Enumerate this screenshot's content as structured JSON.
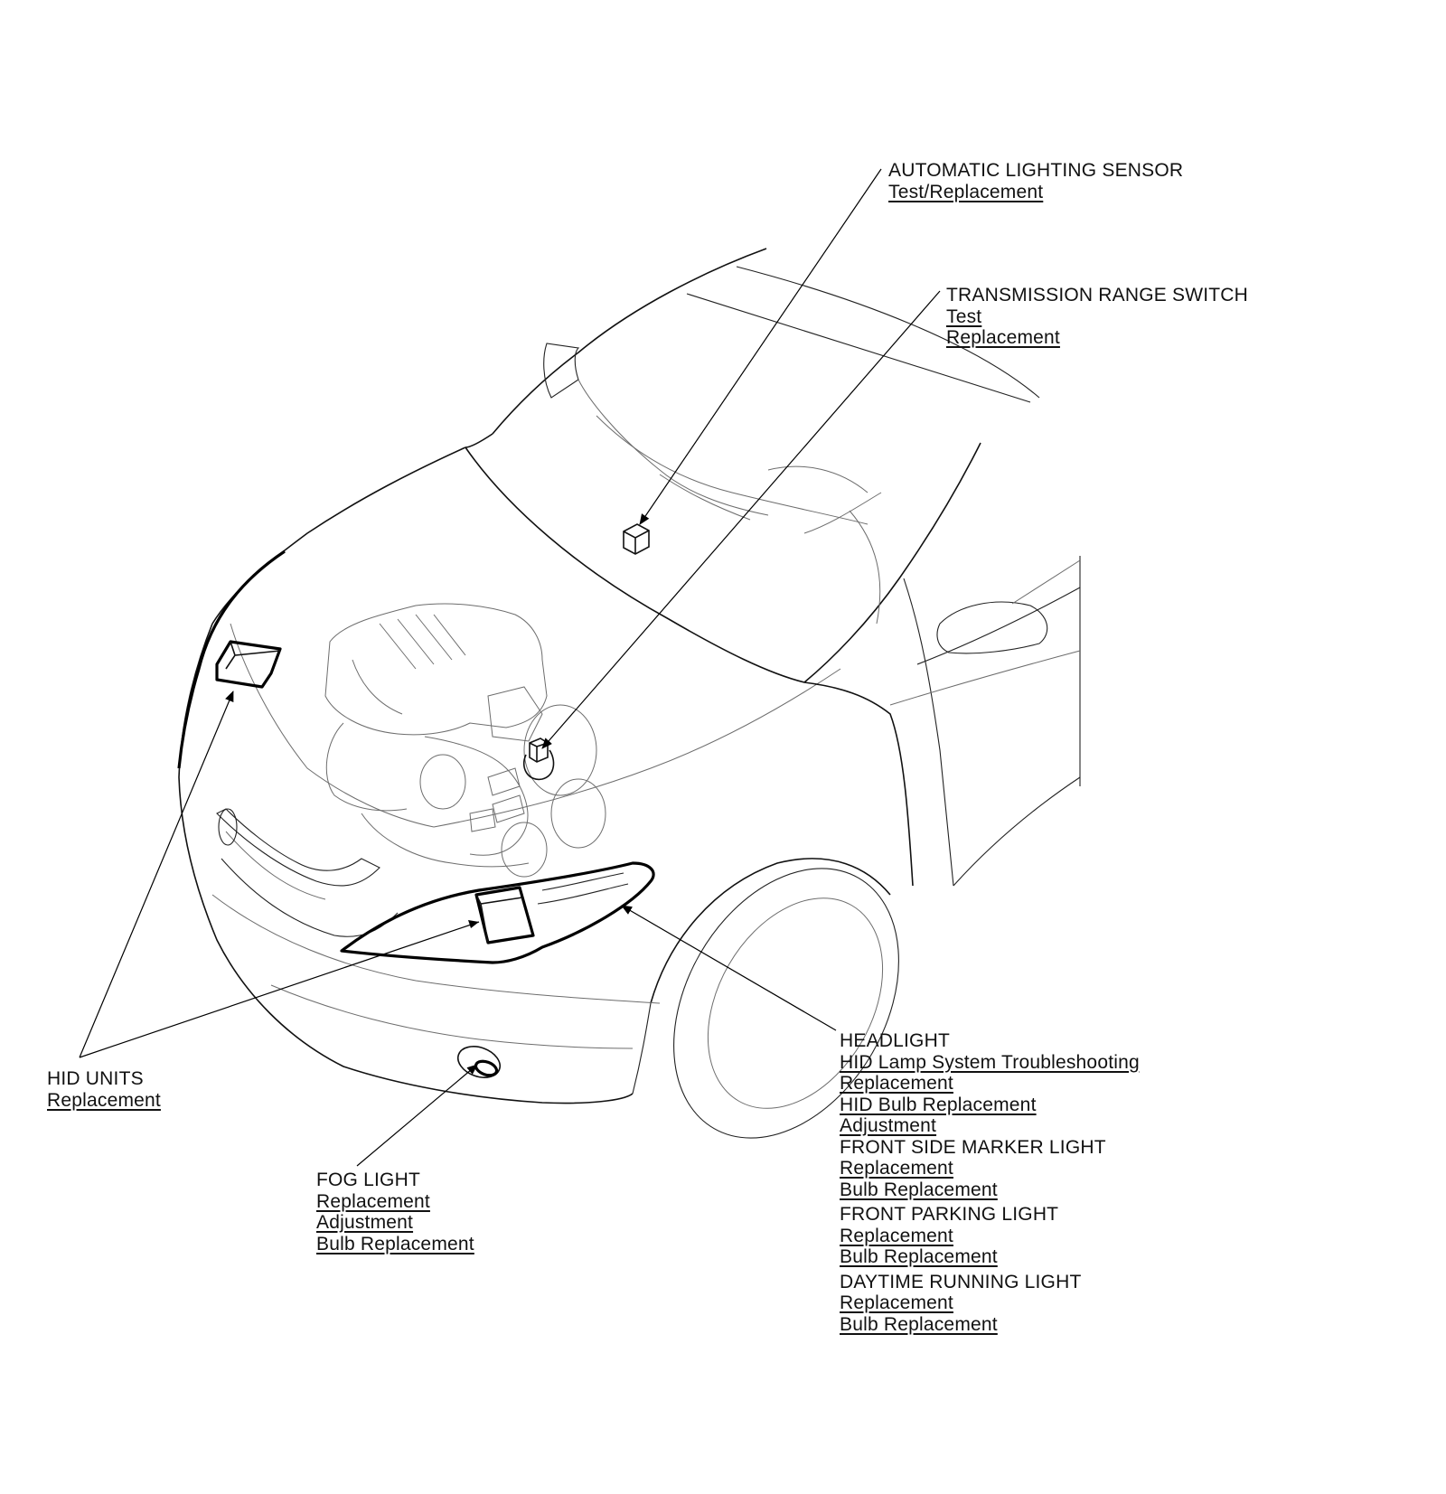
{
  "callouts": {
    "automatic_lighting_sensor": {
      "title": "AUTOMATIC LIGHTING SENSOR",
      "links": [
        "Test/Replacement"
      ]
    },
    "transmission_range_switch": {
      "title": "TRANSMISSION RANGE SWITCH",
      "links": [
        "Test",
        "Replacement"
      ]
    },
    "hid_units": {
      "title": "HID UNITS",
      "links": [
        "Replacement"
      ]
    },
    "fog_light": {
      "title": "FOG LIGHT",
      "links": [
        "Replacement",
        "Adjustment",
        "Bulb Replacement"
      ]
    },
    "headlight": {
      "title": "HEADLIGHT",
      "links": [
        "HID Lamp System Troubleshooting",
        "Replacement",
        "HID Bulb Replacement",
        "Adjustment"
      ]
    },
    "front_side_marker_light": {
      "title": "FRONT SIDE MARKER LIGHT",
      "links": [
        "Replacement",
        "Bulb Replacement"
      ]
    },
    "front_parking_light": {
      "title": "FRONT PARKING LIGHT",
      "links": [
        "Replacement",
        "Bulb Replacement"
      ]
    },
    "daytime_running_light": {
      "title": "DAYTIME RUNNING LIGHT",
      "links": [
        "Replacement",
        "Bulb Replacement"
      ]
    }
  }
}
